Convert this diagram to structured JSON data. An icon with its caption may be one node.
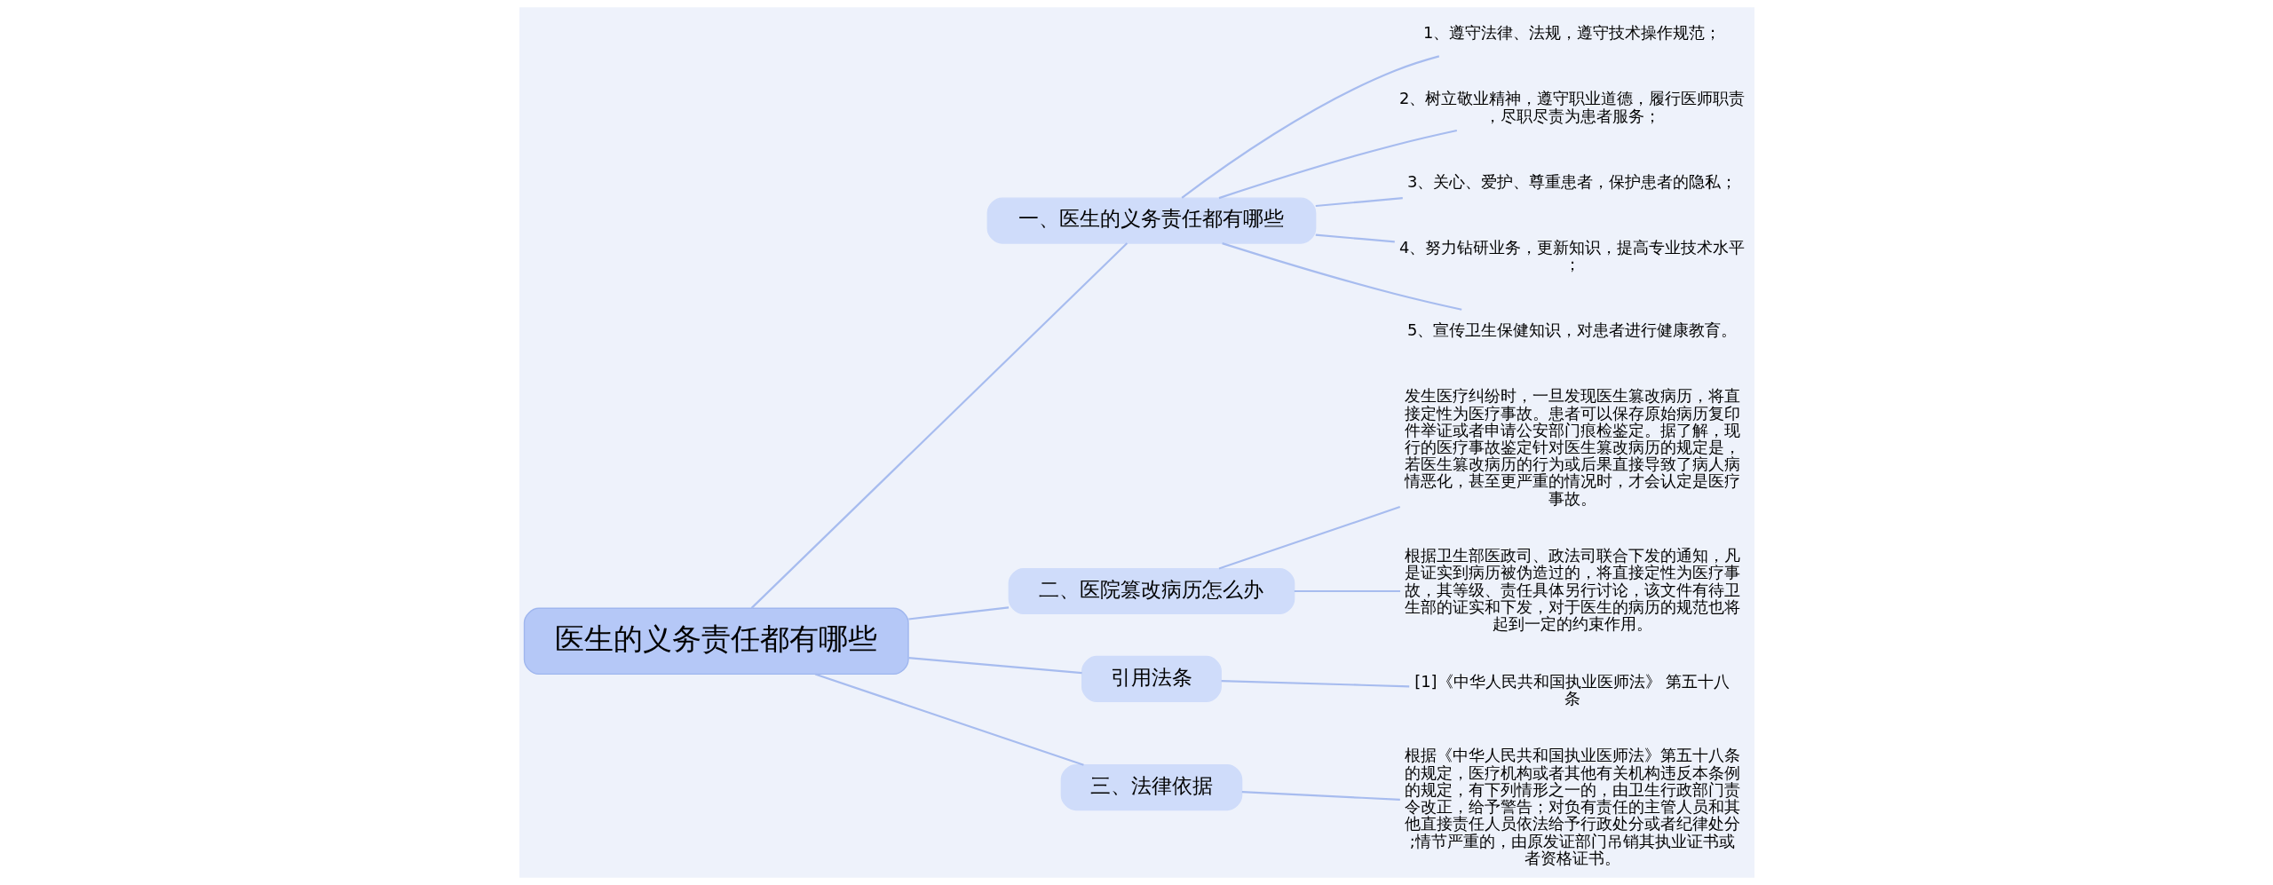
{
  "diagram": {
    "nodes": [
      {
        "text": [
          "医生的义务责任都有哪些"
        ]
      },
      {
        "text": [
          "一、医生的义务责任都有哪些"
        ]
      },
      {
        "text": [
          "1、遵守法律、法规，遵守技术操作规范；"
        ]
      },
      {
        "text": [
          "2、树立敬业精神，遵守职业道德，履行医师职责，尽职尽责为患者服务；"
        ]
      },
      {
        "text": [
          "3、关心、爱护、尊重患者，保护患者的隐私；"
        ]
      },
      {
        "text": [
          "4、努力钻研业务，更新知识，提高专业技术水平；"
        ]
      },
      {
        "text": [
          "5、宣传卫生保健知识，对患者进行健康教育。"
        ]
      },
      {
        "text": [
          "二、医院篡改病历怎么办"
        ]
      },
      {
        "text": [
          "发生医疗纠纷时，一旦发现医生篡改病历，将直接定性为医疗事故。患者可以保存原始病历复印件举证或者申请公安部门痕检鉴定。据了解，现行的医疗事故鉴定针对医生篡改病历的规定是，若医生篡改病历的行为或后果直接导致了病人病情恶化，甚至更严重的情况时，才会认定是医疗事故。"
        ]
      },
      {
        "text": [
          "根据卫生部医政司、政法司联合下发的通知，凡是证实到病历被伪造过的，将直接定性为医疗事故，其等级、责任具体另行讨论，该文件有待卫生部的证实和下发，对于医生的病历的规范也将起到一定的约束作用。"
        ]
      },
      {
        "text": [
          "引用法条"
        ]
      },
      {
        "text": [
          "[1]《中华人民共和国执业医师法》 第五十八条"
        ]
      },
      {
        "text": [
          "三、法律依据"
        ]
      },
      {
        "text": [
          "根据《中华人民共和国执业医师法》第五十八条的规定，医疗机构或者其他有关机构违反本条例的规定，有下列情形之一的，由卫生行政部门责令改正，给予警告；对负有责任的主管人员和其他直接责任人员依法给予行政处分或者纪律处分;情节严重的，由原发证部门吊销其执业证书或者资格证书。"
        ]
      }
    ],
    "edges": [
      {
        "from": 0,
        "to": 1,
        "arrow": "none"
      },
      {
        "from": 1,
        "to": 2,
        "arrow": "none"
      },
      {
        "from": 1,
        "to": 3,
        "arrow": "none"
      },
      {
        "from": 1,
        "to": 4,
        "arrow": "none"
      },
      {
        "from": 1,
        "to": 5,
        "arrow": "none"
      },
      {
        "from": 1,
        "to": 6,
        "arrow": "none"
      },
      {
        "from": 0,
        "to": 7,
        "arrow": "none"
      },
      {
        "from": 7,
        "to": 8,
        "arrow": "none"
      },
      {
        "from": 7,
        "to": 9,
        "arrow": "none"
      },
      {
        "from": 0,
        "to": 10,
        "arrow": "none"
      },
      {
        "from": 10,
        "to": 11,
        "arrow": "none"
      },
      {
        "from": 0,
        "to": 12,
        "arrow": "none"
      },
      {
        "from": 12,
        "to": 13,
        "arrow": "none"
      }
    ]
  }
}
